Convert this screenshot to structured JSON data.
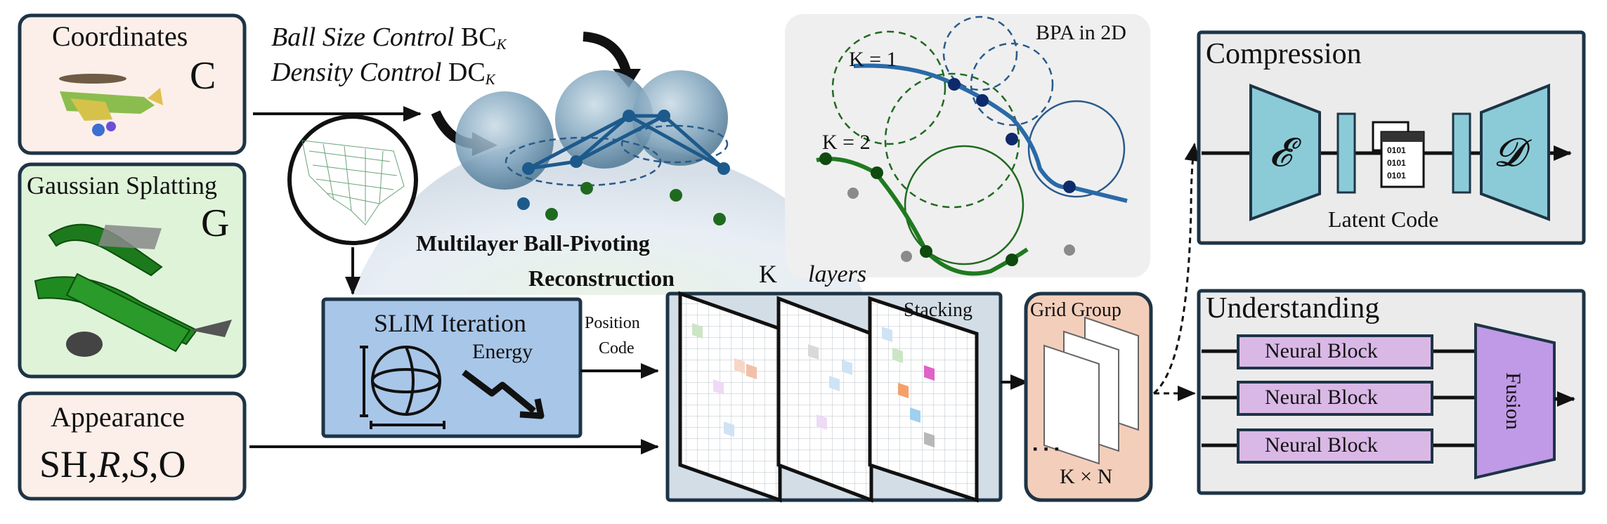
{
  "inputs": {
    "coordinates": {
      "title": "Coordinates",
      "symbol": "C"
    },
    "gaussian": {
      "title": "Gaussian Splatting",
      "symbol": "G"
    },
    "appearance": {
      "title": "Appearance",
      "sh": "SH,",
      "r": "R",
      "comma": ",",
      "s": "S",
      "o": ",O"
    }
  },
  "controls": {
    "ball_size": {
      "label": "Ball Size Control",
      "sym": "BC",
      "sub": "K"
    },
    "density": {
      "label": "Density Control",
      "sym": "DC",
      "sub": "K"
    }
  },
  "bpa": {
    "title_line1": "Multilayer Ball-Pivoting",
    "title_line2": "Reconstruction",
    "inset_title": "BPA in 2D",
    "k1": "K = 1",
    "k2": "K = 2"
  },
  "layers": {
    "k": "K",
    "word": "layers"
  },
  "slim": {
    "title": "SLIM Iteration",
    "energy": "Energy"
  },
  "position_code": {
    "line1": "Position",
    "line2": "Code"
  },
  "stacking": "Stacking",
  "grid_group": {
    "title": "Grid Group",
    "dots": "▪ ▪ ▪",
    "count": "K × N"
  },
  "compression": {
    "title": "Compression",
    "encoder": "𝓔",
    "decoder": "𝓓",
    "latent": "Latent Code",
    "bits": [
      "0101",
      "0101",
      "0101"
    ]
  },
  "understanding": {
    "title": "Understanding",
    "blocks": [
      "Neural Block",
      "Neural Block",
      "Neural Block"
    ],
    "fusion": "Fusion"
  },
  "colors": {
    "pink_box": "#fcefe9",
    "green_box": "#dff3d9",
    "slim_box": "#a8c6e8",
    "stack_panel": "#d3dde6",
    "grid_group_bg": "#f3cfbb",
    "gray_panel": "#ebebeb",
    "encoder": "#8bcbd8",
    "neural_block": "#d9b8e6",
    "fusion": "#c09ae6",
    "outline": "#1e3446"
  }
}
